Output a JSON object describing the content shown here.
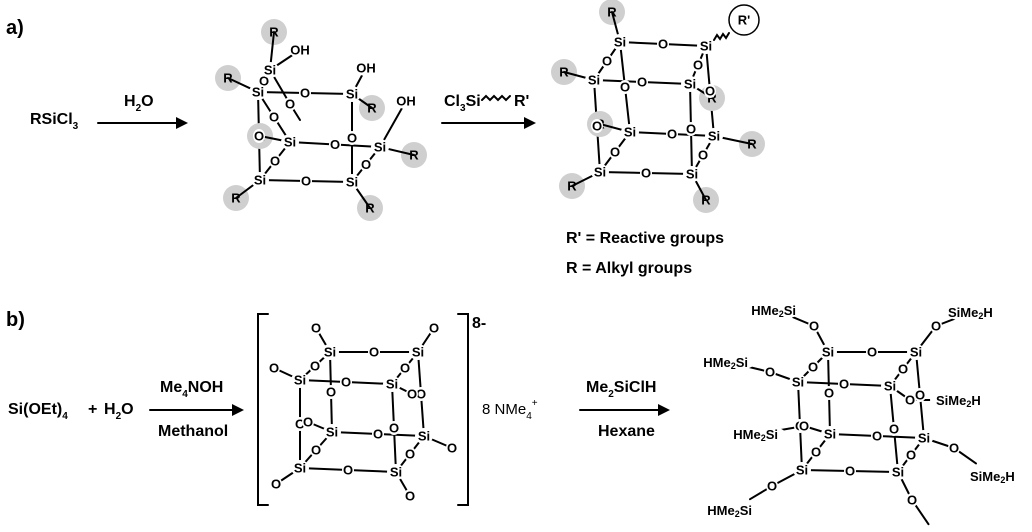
{
  "panel_a": {
    "label": "a)",
    "reactant": {
      "main": "RSiCl",
      "sub": "3"
    },
    "step1": {
      "pre": "H",
      "sub": "2",
      "post": "O"
    },
    "step2": {
      "pre": "Cl",
      "sub": "3",
      "post": "Si",
      "r": "R'"
    },
    "atoms": {
      "si": "Si",
      "o": "O",
      "oh": "OH",
      "r": "R",
      "r_prime": "R'"
    },
    "legend": [
      "R' = Reactive groups",
      "R = Alkyl groups"
    ]
  },
  "panel_b": {
    "label": "b)",
    "reactant1": {
      "pre": "Si(OEt)",
      "sub": "4"
    },
    "plus": "+",
    "reactant2": {
      "pre": "H",
      "sub": "2",
      "post": "O"
    },
    "step1_top": {
      "pre": "Me",
      "sub": "4",
      "post": "NOH"
    },
    "step1_bottom": "Methanol",
    "charge": "8-",
    "counterion": {
      "pre": "8 NMe",
      "sub": "4",
      "sup": "+"
    },
    "step2_top": {
      "pre": "Me",
      "sub": "2",
      "post": "SiClH"
    },
    "step2_bottom": "Hexane",
    "atoms": {
      "si": "Si",
      "o": "O"
    },
    "terminal": {
      "left_pre": "HMe",
      "left_sub": "2",
      "left_post": "Si",
      "right_pre": "SiMe",
      "right_sub": "2",
      "right_post": "H"
    }
  }
}
